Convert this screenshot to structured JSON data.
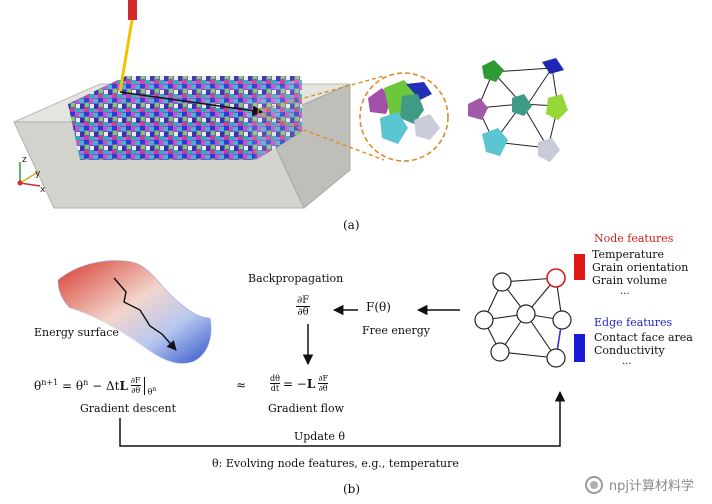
{
  "panel_a": {
    "label": "(a)",
    "axes": {
      "z": "z",
      "y": "y",
      "x": "x"
    }
  },
  "panel_b": {
    "label": "(b)",
    "energy_surface": "Energy surface",
    "backpropagation": "Backpropagation",
    "free_energy_symbol": "F(θ)",
    "free_energy_label": "Free energy",
    "gradient_descent_label": "Gradient descent",
    "gradient_flow_label": "Gradient flow",
    "approx": "≈",
    "update_label": "Update θ",
    "evolving_label": "θ: Evolving node features, e.g., temperature",
    "node_features": {
      "title": "Node features",
      "items": [
        "Temperature",
        "Grain orientation",
        "Grain volume",
        "..."
      ]
    },
    "edge_features": {
      "title": "Edge features",
      "items": [
        "Contact face area",
        "Conductivity",
        "..."
      ]
    }
  },
  "watermark": "npj计算材料学",
  "colors": {
    "node_title": "#d21f1f",
    "edge_title": "#2323c8",
    "node_bar": "#e01818",
    "edge_bar": "#1a1ad8",
    "highlight_node": "#d21f1f",
    "substrate": "#d8d8d4",
    "laser": "#f2c400"
  }
}
